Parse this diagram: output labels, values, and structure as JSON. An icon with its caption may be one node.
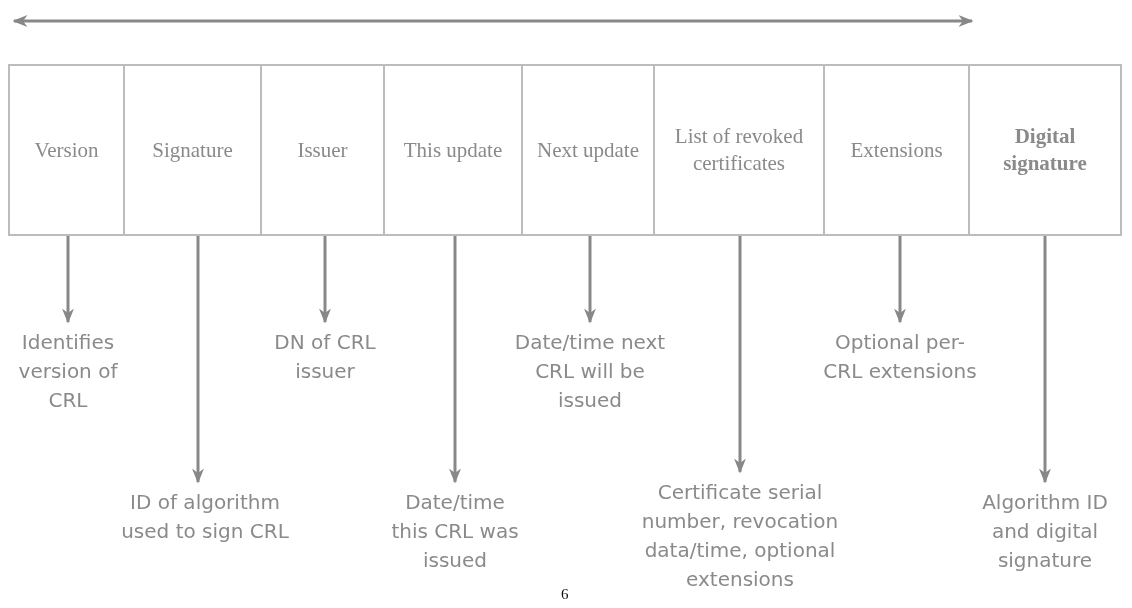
{
  "diagram": {
    "nodes": [
      {
        "text": [
          "Version"
        ]
      },
      {
        "text": [
          "Signature"
        ]
      },
      {
        "text": [
          "Issuer"
        ]
      },
      {
        "text": [
          "This update"
        ]
      },
      {
        "text": [
          "Next update"
        ]
      },
      {
        "text": [
          "List of revoked certificates"
        ]
      },
      {
        "text": [
          "Extensions"
        ]
      },
      {
        "text": [
          "Digital signature"
        ]
      },
      {
        "text": [
          "Identifies version of CRL"
        ]
      },
      {
        "text": [
          "ID of algorithm used to sign CRL"
        ]
      },
      {
        "text": [
          "DN of CRL issuer"
        ]
      },
      {
        "text": [
          "Date/time this CRL was issued"
        ]
      },
      {
        "text": [
          "Date/time next CRL will be issued"
        ]
      },
      {
        "text": [
          "Certificate serial number, revocation data/time, optional extensions"
        ]
      },
      {
        "text": [
          "Optional per-CRL extensions"
        ]
      },
      {
        "text": [
          "Algorithm ID and digital signature"
        ]
      }
    ],
    "edges": [
      {
        "from": 0,
        "to": 8,
        "arrow": "to"
      },
      {
        "from": 1,
        "to": 9,
        "arrow": "to"
      },
      {
        "from": 2,
        "to": 10,
        "arrow": "to"
      },
      {
        "from": 3,
        "to": 11,
        "arrow": "to"
      },
      {
        "from": 4,
        "to": 12,
        "arrow": "to"
      },
      {
        "from": 5,
        "to": 13,
        "arrow": "to"
      },
      {
        "from": 6,
        "to": 14,
        "arrow": "to"
      },
      {
        "from": 7,
        "to": 15,
        "arrow": "to"
      }
    ],
    "labels": [
      "6"
    ]
  }
}
